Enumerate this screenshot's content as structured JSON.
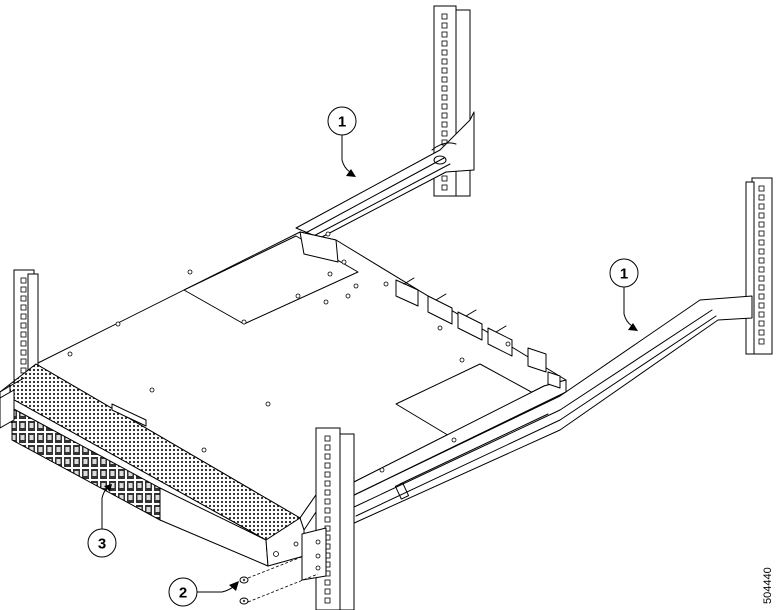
{
  "figure_id": "504440",
  "callouts": [
    {
      "id": "1a",
      "label": "1"
    },
    {
      "id": "1b",
      "label": "1"
    },
    {
      "id": "2",
      "label": "2"
    },
    {
      "id": "3",
      "label": "3"
    }
  ]
}
